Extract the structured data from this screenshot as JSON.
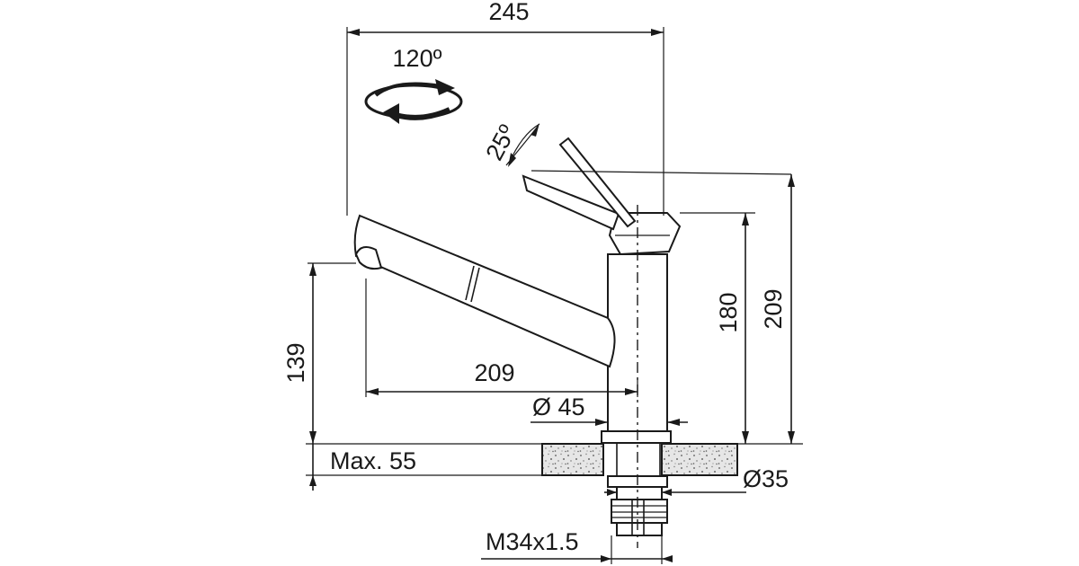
{
  "dimensions": {
    "overall_width": "245",
    "swivel_angle": "120º",
    "lever_angle": "25º",
    "lever_top_height": "209",
    "body_height": "180",
    "spout_reach": "209",
    "spout_outlet_height": "139",
    "base_diameter": "Ø 45",
    "worktop_max": "Max. 55",
    "hole_diameter": "Ø35",
    "thread": "M34x1.5"
  },
  "colors": {
    "line": "#1a1a1a",
    "worktop_fill": "#d9d9d9",
    "background": "#ffffff"
  },
  "icons": {
    "rotation": "rotation-arrow-icon"
  }
}
